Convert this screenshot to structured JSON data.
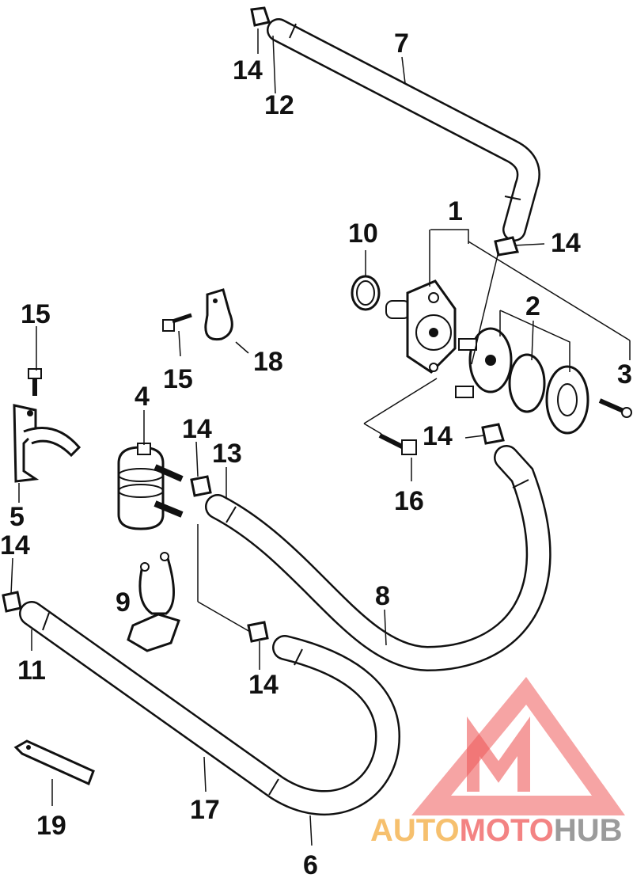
{
  "diagram": {
    "callouts": [
      "1",
      "2",
      "3",
      "4",
      "5",
      "6",
      "7",
      "8",
      "9",
      "10",
      "11",
      "12",
      "13",
      "14",
      "15",
      "16",
      "17",
      "18",
      "19"
    ],
    "colors": {
      "line": "#111111",
      "part_fill": "#ffffff",
      "watermark_red": "#ef5a5a",
      "watermark_orange": "#f4b04a",
      "watermark_gray": "#8a8a8a"
    }
  },
  "watermark": {
    "word_1": "AUTO",
    "word_2": "MOTO",
    "word_3": "HUB"
  }
}
